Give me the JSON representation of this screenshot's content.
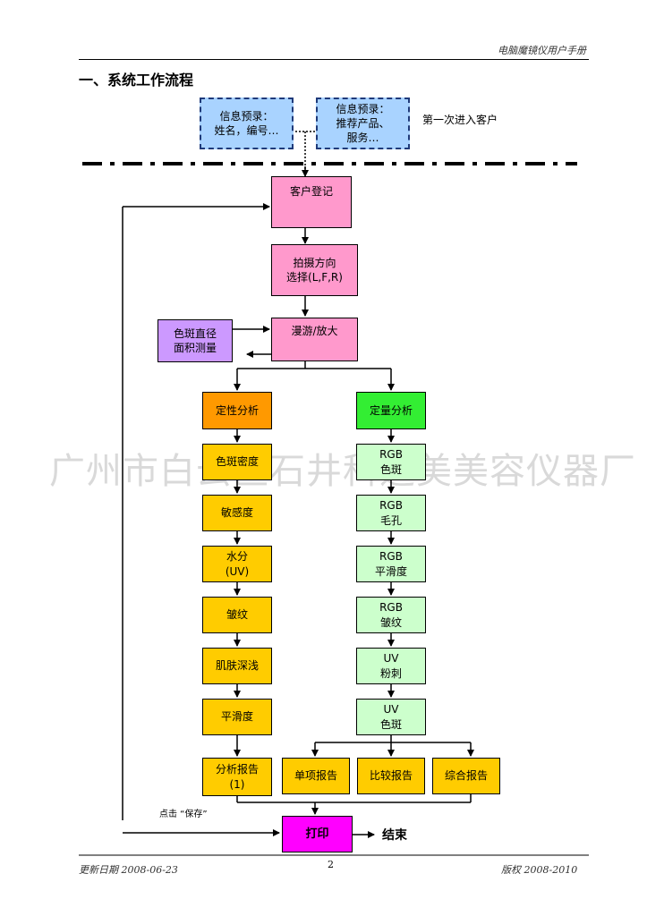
{
  "header": {
    "manual_title": "电脑魔镜仪用户手册"
  },
  "section_title": "一、系统工作流程",
  "pre_info": {
    "box1": [
      "信息预录：",
      "姓名，编号…"
    ],
    "box2": [
      "信息预录：",
      "推荐产品、",
      "服务…"
    ],
    "first_entry_label": "第一次进入客户"
  },
  "flow": {
    "register": "客户登记",
    "shoot": [
      "拍摄方向",
      "选择(L,F,R)"
    ],
    "roam": "漫游/放大",
    "spot_measure": [
      "色斑直径",
      "面积测量"
    ],
    "qualitative": "定性分析",
    "quantitative": "定量分析"
  },
  "qualitative_items": [
    [
      "色斑密度"
    ],
    [
      "敏感度"
    ],
    [
      "水分",
      "(UV)"
    ],
    [
      "皱纹"
    ],
    [
      "肌肤深浅"
    ],
    [
      "平滑度"
    ],
    [
      "分析报告",
      "(1)"
    ]
  ],
  "quantitative_items": [
    [
      "RGB",
      "色斑"
    ],
    [
      "RGB",
      "毛孔"
    ],
    [
      "RGB",
      "平滑度"
    ],
    [
      "RGB",
      "皱纹"
    ],
    [
      "UV",
      "粉刺"
    ],
    [
      "UV",
      "色斑"
    ]
  ],
  "reports": [
    "单项报告",
    "比较报告",
    "综合报告"
  ],
  "save_hint": "点击 “保存”",
  "print": "打印",
  "end": "结束",
  "watermark": "广州市白云区石井科迪美美容仪器厂",
  "footer": {
    "update_date": "更新日期  2008-06-23",
    "page": "2",
    "copyright": "版权 2008-2010"
  },
  "colors": {
    "info_box": "#a9d3ff",
    "pink": "#ff99cc",
    "purple": "#cc99ff",
    "orange": "#ff9900",
    "yellow": "#ffcc00",
    "green": "#33ee33",
    "mint": "#ccffcc",
    "magenta": "#ff00ff"
  }
}
